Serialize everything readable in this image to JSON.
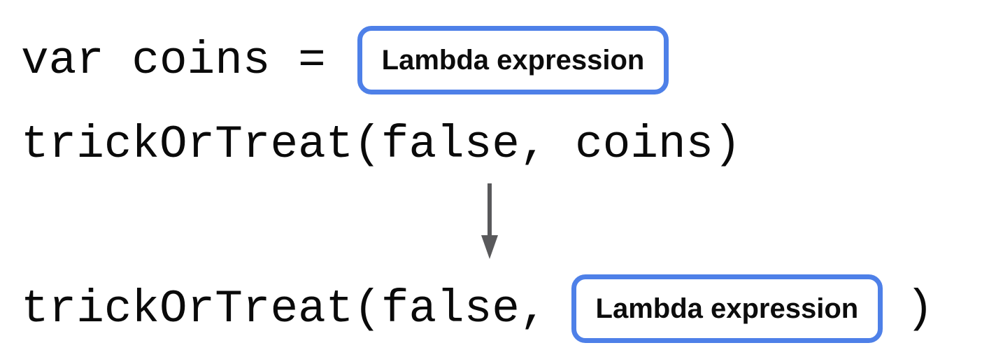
{
  "diagram": {
    "line1": {
      "code": "var coins =",
      "box_label": "Lambda expression"
    },
    "line2": {
      "code": "trickOrTreat(false, coins)"
    },
    "line3": {
      "code_before": "trickOrTreat(false,",
      "box_label": "Lambda expression",
      "code_after": ")"
    }
  },
  "colors": {
    "box_border": "#4e80e8",
    "arrow": "#59595b",
    "code_text": "#0a0a0a"
  }
}
